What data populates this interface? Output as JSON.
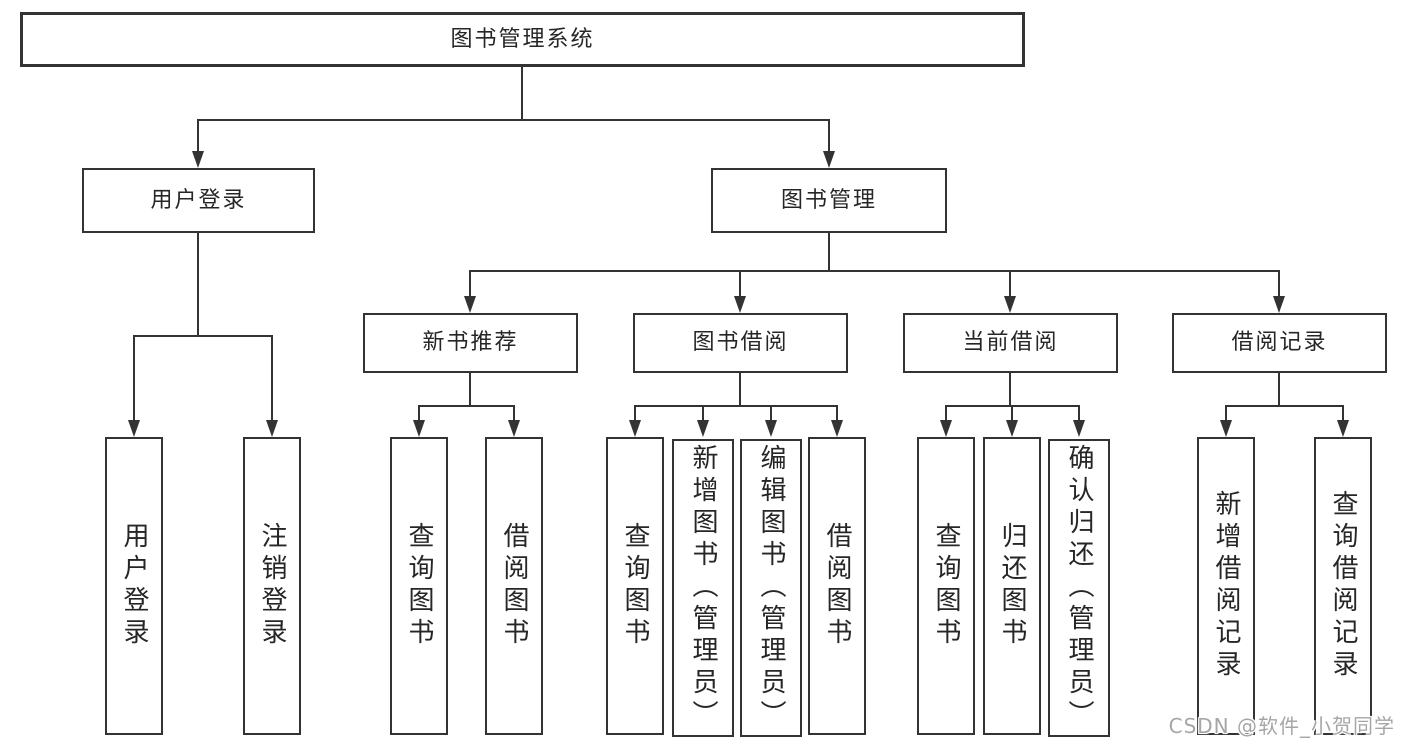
{
  "tree": {
    "root": {
      "label": "图书管理系统",
      "children": [
        {
          "label": "用户登录",
          "children": [
            {
              "label": "用户登录"
            },
            {
              "label": "注销登录"
            }
          ]
        },
        {
          "label": "图书管理",
          "children": [
            {
              "label": "新书推荐",
              "children": [
                {
                  "label": "查询图书"
                },
                {
                  "label": "借阅图书"
                }
              ]
            },
            {
              "label": "图书借阅",
              "children": [
                {
                  "label": "查询图书"
                },
                {
                  "label": "新增图书（管理员）"
                },
                {
                  "label": "编辑图书（管理员）"
                },
                {
                  "label": "借阅图书"
                }
              ]
            },
            {
              "label": "当前借阅",
              "children": [
                {
                  "label": "查询图书"
                },
                {
                  "label": "归还图书"
                },
                {
                  "label": "确认归还（管理员）"
                }
              ]
            },
            {
              "label": "借阅记录",
              "children": [
                {
                  "label": "新增借阅记录"
                },
                {
                  "label": "查询借阅记录"
                }
              ]
            }
          ]
        }
      ]
    }
  },
  "watermark": {
    "text": "CSDN @软件_小贺同学"
  },
  "colors": {
    "line": "#333333",
    "text": "#262626",
    "background": "#ffffff",
    "watermark": "#a6a6a6"
  }
}
